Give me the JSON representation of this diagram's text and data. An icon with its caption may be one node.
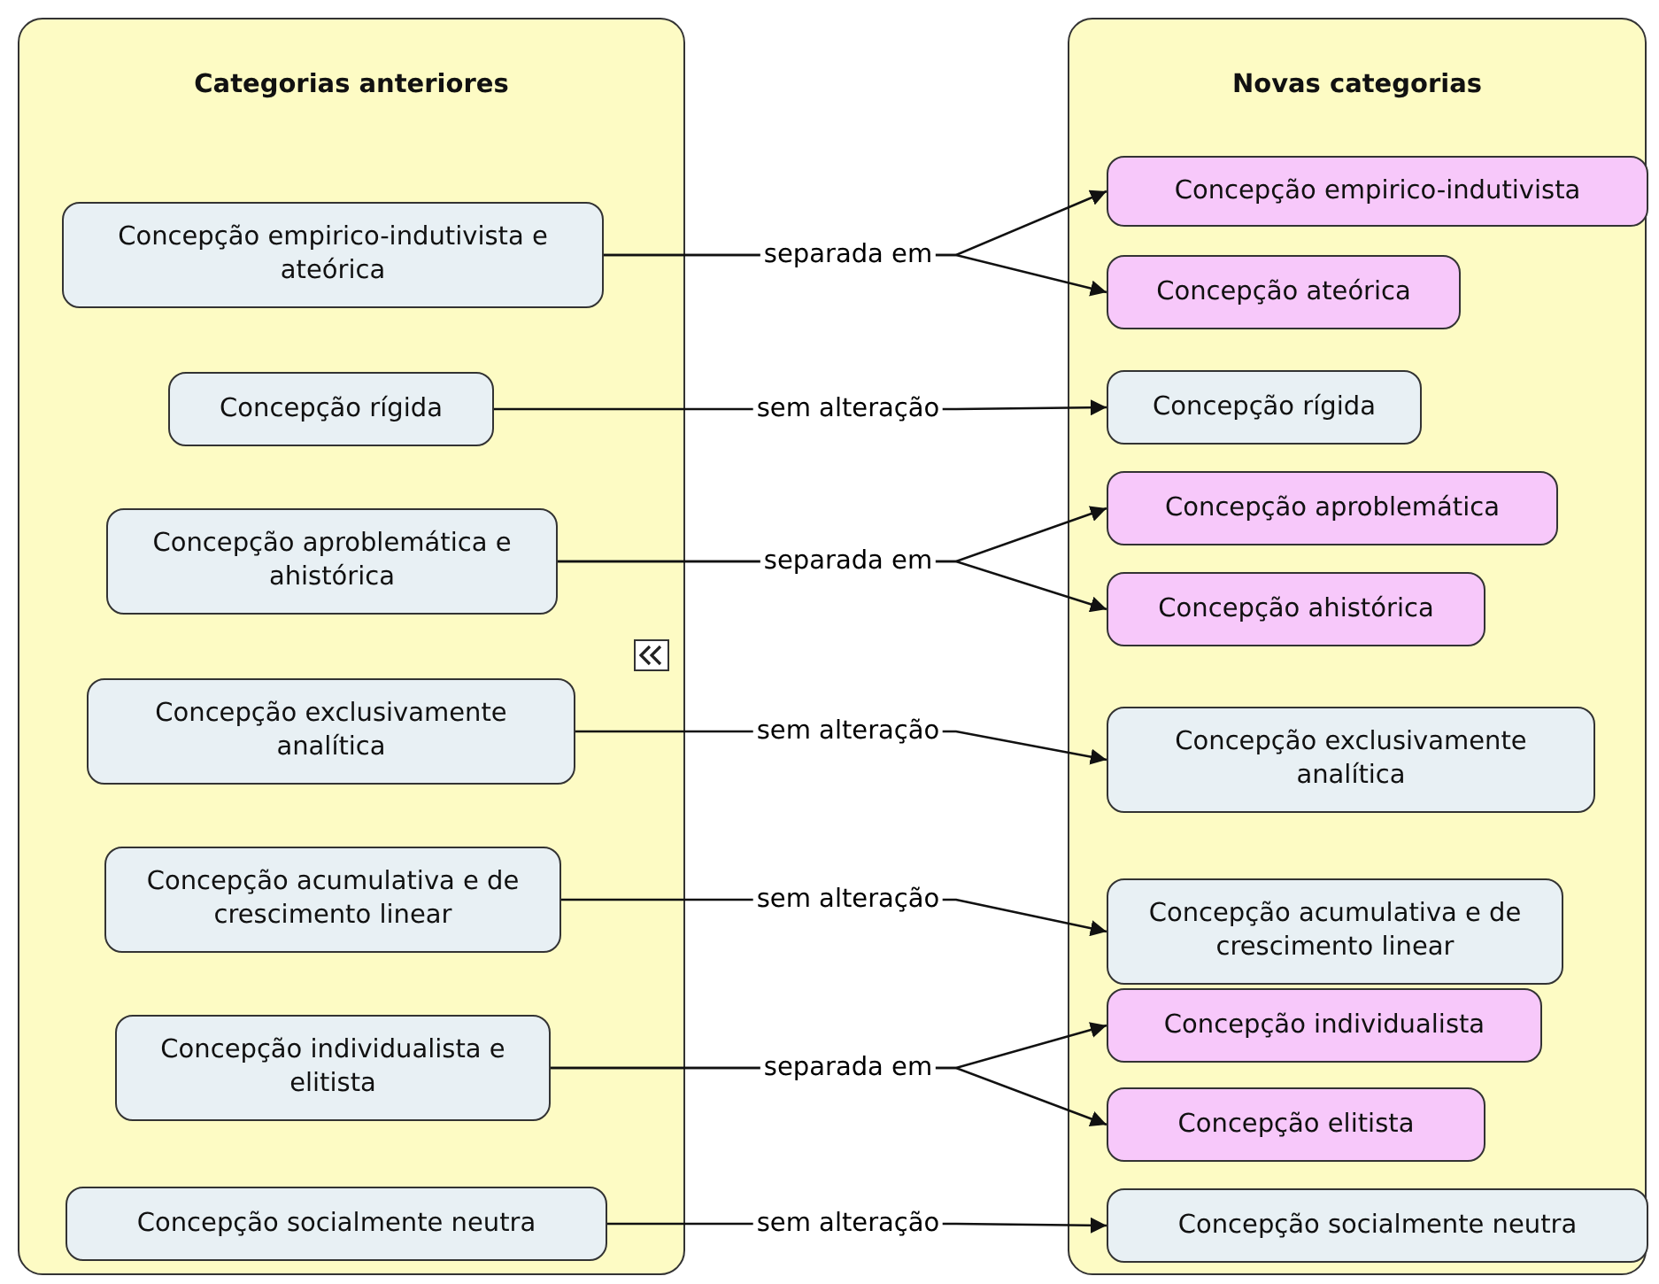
{
  "diagram": {
    "nodes": [
      {
        "text": [
          "Categorias anteriores"
        ]
      },
      {
        "text": [
          "Concepção empirico-indutivista e ateórica"
        ],
        "in": 0
      },
      {
        "text": [
          "Concepção rígida"
        ],
        "in": 0
      },
      {
        "text": [
          "Concepção aproblemática e ahistórica"
        ],
        "in": 0
      },
      {
        "text": [
          "Concepção exclusivamente analítica"
        ],
        "in": 0
      },
      {
        "text": [
          "Concepção acumulativa e de crescimento linear"
        ],
        "in": 0
      },
      {
        "text": [
          "Concepção individualista e elitista"
        ],
        "in": 0
      },
      {
        "text": [
          "Concepção socialmente neutra"
        ],
        "in": 0
      },
      {
        "text": [
          "Novas categorias"
        ]
      },
      {
        "text": [
          "Concepção empirico-indutivista"
        ],
        "in": 8
      },
      {
        "text": [
          "Concepção ateórica"
        ],
        "in": 8
      },
      {
        "text": [
          "Concepção rígida"
        ],
        "in": 8
      },
      {
        "text": [
          "Concepção aproblemática"
        ],
        "in": 8
      },
      {
        "text": [
          "Concepção ahistórica"
        ],
        "in": 8
      },
      {
        "text": [
          "Concepção exclusivamente analítica"
        ],
        "in": 8
      },
      {
        "text": [
          "Concepção acumulativa e de crescimento linear"
        ],
        "in": 8
      },
      {
        "text": [
          "Concepção individualista"
        ],
        "in": 8
      },
      {
        "text": [
          "Concepção elitista"
        ],
        "in": 8
      },
      {
        "text": [
          "Concepção socialmente neutra"
        ],
        "in": 8
      }
    ],
    "edges": [
      {
        "from": 1,
        "to": 9,
        "arrow": "to",
        "label": "separada em"
      },
      {
        "from": 1,
        "to": 10,
        "arrow": "to"
      },
      {
        "from": 2,
        "to": 11,
        "arrow": "to",
        "label": "sem alteração"
      },
      {
        "from": 3,
        "to": 12,
        "arrow": "to",
        "label": "separada em"
      },
      {
        "from": 3,
        "to": 13,
        "arrow": "to"
      },
      {
        "from": 4,
        "to": 14,
        "arrow": "to",
        "label": "sem alteração"
      },
      {
        "from": 5,
        "to": 15,
        "arrow": "to",
        "label": "sem alteração"
      },
      {
        "from": 6,
        "to": 16,
        "arrow": "to",
        "label": "separada em"
      },
      {
        "from": 6,
        "to": 17,
        "arrow": "to"
      },
      {
        "from": 7,
        "to": 18,
        "arrow": "to",
        "label": "sem alteração"
      }
    ]
  }
}
